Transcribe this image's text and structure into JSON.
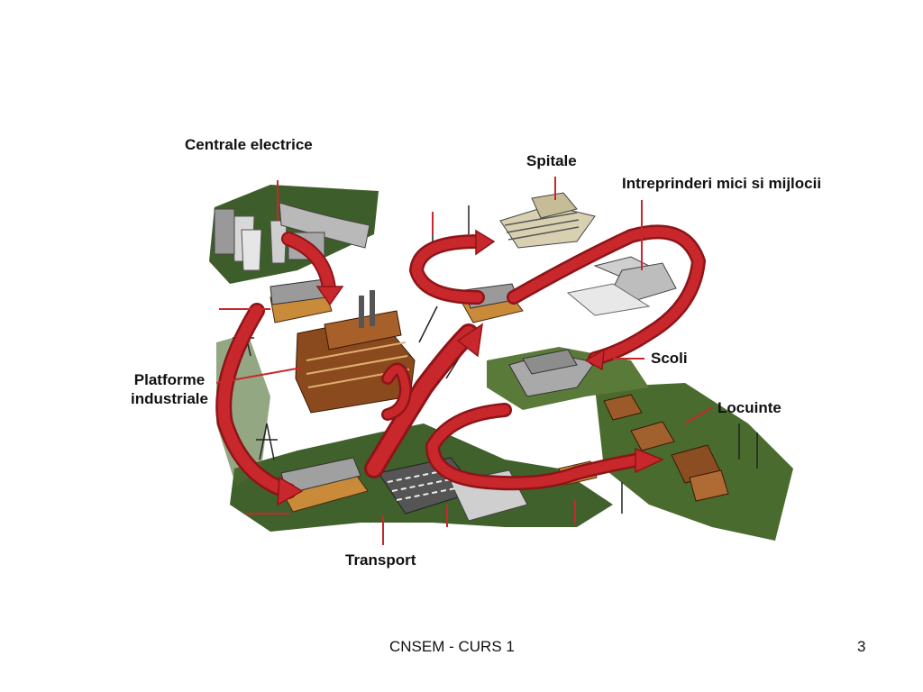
{
  "labels": {
    "power_plants": "Centrale electrice",
    "hospitals": "Spitale",
    "small_medium_enterprises": "Intreprinderi mici si mijlocii",
    "industrial_platforms_line1": "Platforme",
    "industrial_platforms_line2": "industriale",
    "schools": "Scoli",
    "residences": "Locuinte",
    "transport": "Transport"
  },
  "footer": {
    "course": "CNSEM - CURS 1",
    "page_number": "3"
  },
  "colors": {
    "arrow_red": "#c8282b",
    "arrow_dark": "#8e1418",
    "ground_green": "#4a6b2e",
    "building_brown": "#8a4a1e",
    "building_grey": "#b8b8b8"
  }
}
